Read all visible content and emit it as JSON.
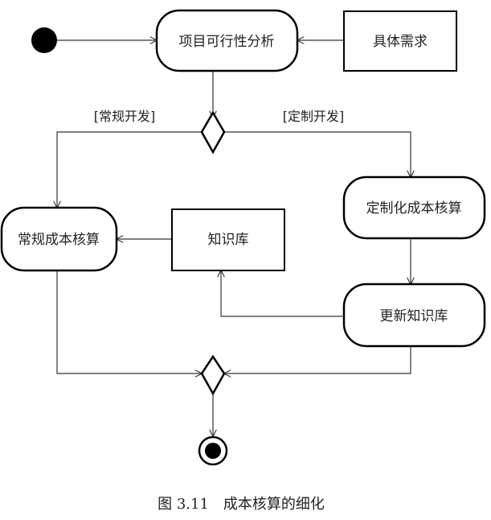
{
  "diagram": {
    "type": "UML activity diagram",
    "nodes": {
      "start": {
        "kind": "initial"
      },
      "feasibility": {
        "kind": "activity",
        "label": "项目可行性分析"
      },
      "requirements": {
        "kind": "object",
        "label": "具体需求"
      },
      "decision": {
        "kind": "decision"
      },
      "regular_cost": {
        "kind": "activity",
        "label": "常规成本核算"
      },
      "knowledge_base": {
        "kind": "object",
        "label": "知识库"
      },
      "custom_cost": {
        "kind": "activity",
        "label": "定制化成本核算"
      },
      "update_kb": {
        "kind": "activity",
        "label": "更新知识库"
      },
      "merge": {
        "kind": "merge"
      },
      "end": {
        "kind": "final"
      }
    },
    "guards": {
      "regular": "[常规开发]",
      "custom": "[定制开发]"
    },
    "edges": [
      {
        "from": "start",
        "to": "feasibility"
      },
      {
        "from": "requirements",
        "to": "feasibility"
      },
      {
        "from": "feasibility",
        "to": "decision"
      },
      {
        "from": "decision",
        "to": "regular_cost",
        "guard": "[常规开发]"
      },
      {
        "from": "decision",
        "to": "custom_cost",
        "guard": "[定制开发]"
      },
      {
        "from": "knowledge_base",
        "to": "regular_cost"
      },
      {
        "from": "custom_cost",
        "to": "update_kb"
      },
      {
        "from": "update_kb",
        "to": "knowledge_base"
      },
      {
        "from": "regular_cost",
        "to": "merge"
      },
      {
        "from": "update_kb",
        "to": "merge"
      },
      {
        "from": "merge",
        "to": "end"
      }
    ]
  },
  "caption": "图 3.11　成本核算的细化"
}
